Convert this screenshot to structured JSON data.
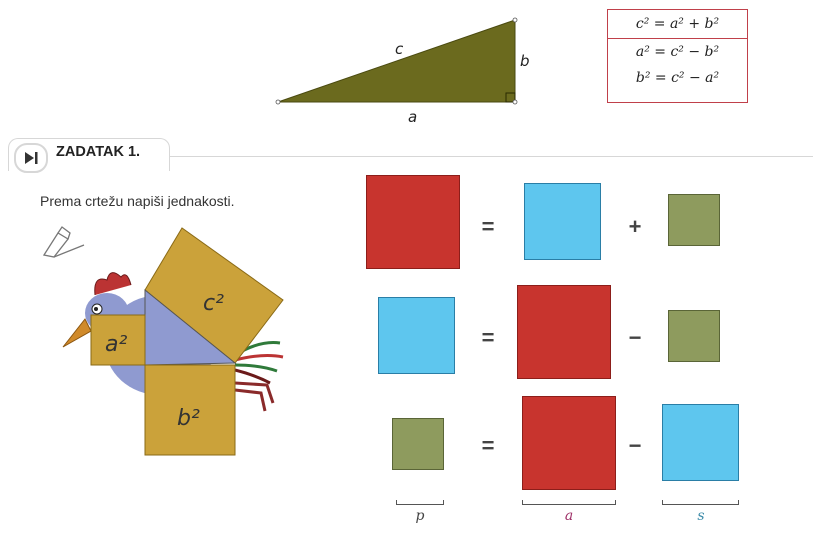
{
  "triangle": {
    "label_c": "c",
    "label_b": "b",
    "label_a": "a"
  },
  "formulas": {
    "row1": "c² = a² + b²",
    "row2": "a² = c² − b²",
    "row3": "b² = c² − a²"
  },
  "task": {
    "badge_icon": "skip-forward-icon",
    "title": "ZADATAK 1.",
    "instruction": "Prema crtežu napiši jednakosti."
  },
  "bird": {
    "label_c2": "c²",
    "label_a2": "a²",
    "label_b2": "b²"
  },
  "equations": [
    {
      "lhs": "red",
      "op1": "=",
      "mid": "blue",
      "op2": "+",
      "rhs": "olive"
    },
    {
      "lhs": "blue",
      "op1": "=",
      "mid": "red",
      "op2": "−",
      "rhs": "olive"
    },
    {
      "lhs": "olive",
      "op1": "=",
      "mid": "red",
      "op2": "−",
      "rhs": "blue"
    }
  ],
  "scale": {
    "p_label": "p",
    "a_label": "a",
    "s_label": "s"
  },
  "colors": {
    "triangle_fill": "#6b6a1e",
    "square_red": "#c8342e",
    "square_blue": "#5ec6ee",
    "square_olive": "#8e9b5e",
    "square_gold": "#cba23a",
    "label_a_color": "#a0336a",
    "label_s_color": "#3b8aa8"
  }
}
